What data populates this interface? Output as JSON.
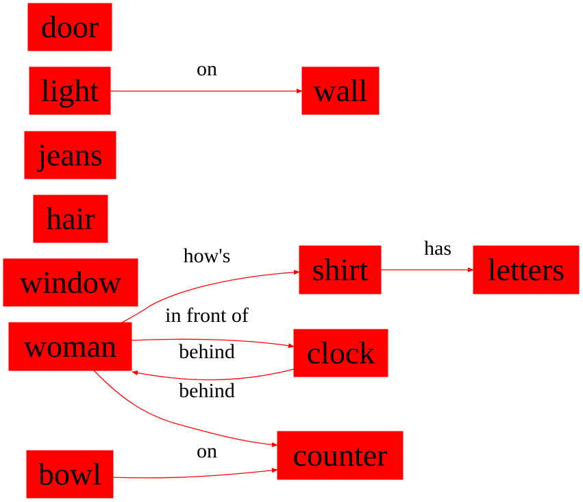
{
  "colors": {
    "node_fill": "#ff0000",
    "edge": "#ff0000",
    "text": "#000000",
    "background": "#ffffff"
  },
  "nodes": [
    {
      "id": "door",
      "label": "door"
    },
    {
      "id": "light",
      "label": "light"
    },
    {
      "id": "wall",
      "label": "wall"
    },
    {
      "id": "jeans",
      "label": "jeans"
    },
    {
      "id": "hair",
      "label": "hair"
    },
    {
      "id": "window",
      "label": "window"
    },
    {
      "id": "shirt",
      "label": "shirt"
    },
    {
      "id": "letters",
      "label": "letters"
    },
    {
      "id": "woman",
      "label": "woman"
    },
    {
      "id": "clock",
      "label": "clock"
    },
    {
      "id": "bowl",
      "label": "bowl"
    },
    {
      "id": "counter",
      "label": "counter"
    }
  ],
  "edges": [
    {
      "from": "light",
      "to": "wall",
      "label": "on"
    },
    {
      "from": "woman",
      "to": "shirt",
      "label": "how's"
    },
    {
      "from": "shirt",
      "to": "letters",
      "label": "has"
    },
    {
      "from": "woman",
      "to": "clock",
      "label": "in front of"
    },
    {
      "from": "clock",
      "to": "woman",
      "label": "behind"
    },
    {
      "from": "woman",
      "to": "counter",
      "label": "behind"
    },
    {
      "from": "bowl",
      "to": "counter",
      "label": "on"
    }
  ]
}
